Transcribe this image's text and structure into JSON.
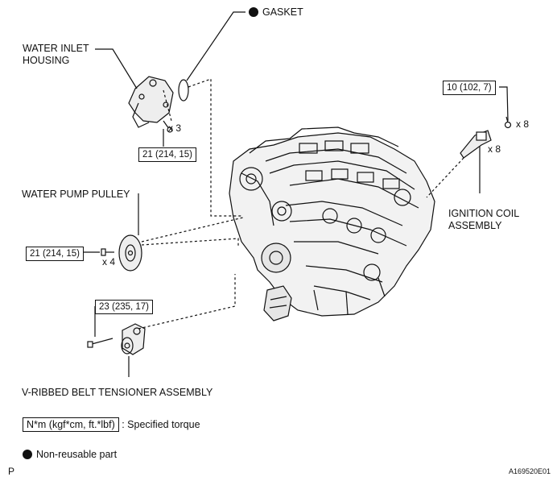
{
  "labels": {
    "gasket": "GASKET",
    "water_inlet_housing_line1": "WATER INLET",
    "water_inlet_housing_line2": "HOUSING",
    "water_pump_pulley": "WATER PUMP PULLEY",
    "ignition_coil_line1": "IGNITION COIL",
    "ignition_coil_line2": "ASSEMBLY",
    "belt_tensioner": "V-RIBBED BELT TENSIONER ASSEMBLY"
  },
  "torques": {
    "inlet_housing_bolt": "21 (214, 15)",
    "pulley_bolt": "21 (214, 15)",
    "ignition_coil_bolt": "10 (102, 7)",
    "tensioner_bolt": "23 (235, 17)"
  },
  "quantities": {
    "inlet_bolts": "x 3",
    "pulley_bolts": "x 4",
    "coil_bolts": "x 8",
    "coils": "x 8"
  },
  "legend": {
    "torque_unit": "N*m (kgf*cm, ft.*lbf)",
    "torque_desc": ": Specified torque",
    "non_reusable": "Non-reusable part"
  },
  "footer": {
    "left": "P",
    "figure_id": "A169520E01"
  }
}
